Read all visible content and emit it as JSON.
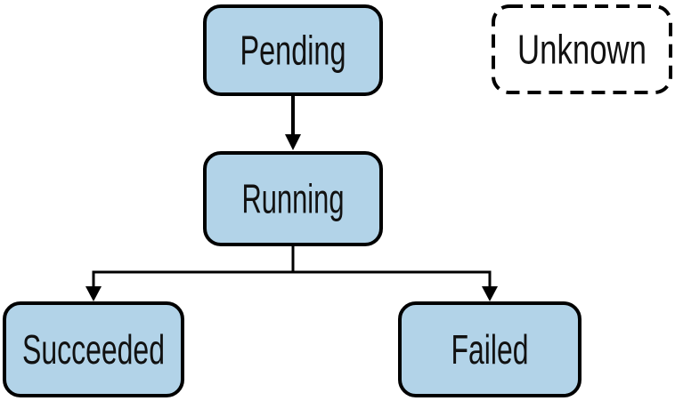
{
  "diagram": {
    "type": "state-diagram",
    "colors": {
      "node_fill": "#b2d3e8",
      "unknown_fill": "#ffffff",
      "stroke": "#000000",
      "text": "#111111"
    },
    "nodes": {
      "pending": {
        "label": "Pending",
        "border": "solid"
      },
      "running": {
        "label": "Running",
        "border": "solid"
      },
      "succeeded": {
        "label": "Succeeded",
        "border": "solid"
      },
      "failed": {
        "label": "Failed",
        "border": "solid"
      },
      "unknown": {
        "label": "Unknown",
        "border": "dashed"
      }
    },
    "edges": [
      {
        "from": "Pending",
        "to": "Running"
      },
      {
        "from": "Running",
        "to": "Succeeded"
      },
      {
        "from": "Running",
        "to": "Failed"
      }
    ]
  }
}
